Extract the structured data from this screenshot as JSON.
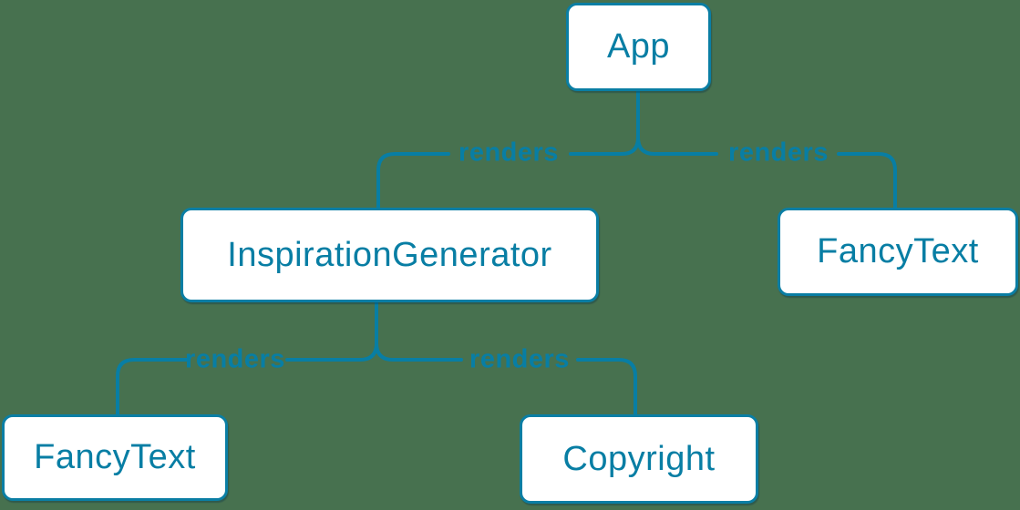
{
  "diagram": {
    "type": "component-render-tree",
    "colors": {
      "background": "#47714F",
      "accent": "#087EA4",
      "node_fill": "#FFFFFF"
    },
    "nodes": [
      {
        "id": "app",
        "label": "App"
      },
      {
        "id": "inspiration-generator",
        "label": "InspirationGenerator"
      },
      {
        "id": "fancy-text-top",
        "label": "FancyText"
      },
      {
        "id": "fancy-text-bottom",
        "label": "FancyText"
      },
      {
        "id": "copyright",
        "label": "Copyright"
      }
    ],
    "edges": [
      {
        "from": "App",
        "to": "InspirationGenerator",
        "label": "renders"
      },
      {
        "from": "App",
        "to": "FancyText",
        "label": "renders"
      },
      {
        "from": "InspirationGenerator",
        "to": "FancyText",
        "label": "renders"
      },
      {
        "from": "InspirationGenerator",
        "to": "Copyright",
        "label": "renders"
      }
    ]
  }
}
